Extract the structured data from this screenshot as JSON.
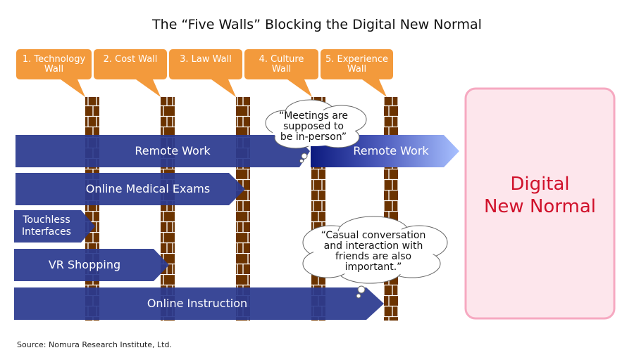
{
  "title": "The “Five Walls” Blocking the Digital New Normal",
  "walls": [
    {
      "label_line1": "1. Technology",
      "label_line2": "Wall"
    },
    {
      "label_line1": "2. Cost Wall",
      "label_line2": ""
    },
    {
      "label_line1": "3. Law Wall",
      "label_line2": ""
    },
    {
      "label_line1": "4. Culture",
      "label_line2": "Wall"
    },
    {
      "label_line1": "5. Experience",
      "label_line2": "Wall"
    }
  ],
  "arrows": {
    "remote_work": "Remote Work",
    "remote_work_after": "Remote Work",
    "online_medical": "Online Medical Exams",
    "touchless_line1": "Touchless",
    "touchless_line2": "Interfaces",
    "vr_shopping": "VR Shopping",
    "online_instruction": "Online Instruction"
  },
  "thoughts": {
    "meetings": [
      "“Meetings are",
      "supposed to",
      "be in-person”"
    ],
    "casual": [
      "“Casual conversation",
      "and interaction with",
      "friends are also",
      "important.”"
    ]
  },
  "goal": {
    "line1": "Digital",
    "line2": "New Normal"
  },
  "source": "Source: Nomura Research Institute, Ltd.",
  "colors": {
    "arrow": "#2b3a8f",
    "callout": "#f0962e",
    "brick": "#6b3300",
    "goal_fill": "#fde6ec",
    "goal_border": "#f6a9c1",
    "goal_text": "#d0112b"
  }
}
